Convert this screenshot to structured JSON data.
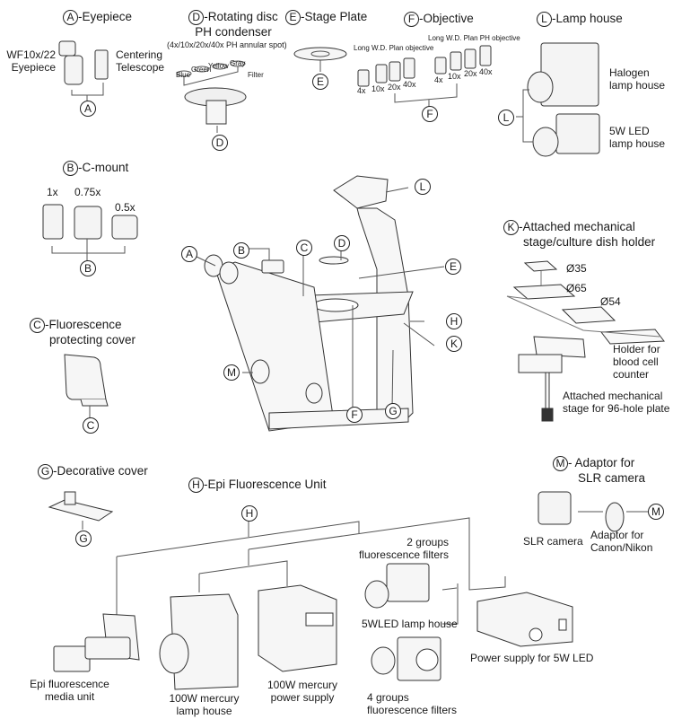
{
  "sections": {
    "A": {
      "badge": "A",
      "title": "-Eyepiece",
      "item1": "WF10x/22",
      "item1b": "Eyepiece",
      "item2": "Centering",
      "item2b": "Telescope"
    },
    "B": {
      "badge": "B",
      "title": "-C-mount",
      "mags": [
        "1x",
        "0.75x",
        "0.5x"
      ]
    },
    "C": {
      "badge": "C",
      "title": "-Fluorescence",
      "title2": "protecting cover"
    },
    "D": {
      "badge": "D",
      "title": "-Rotating disc",
      "title2": "PH condenser",
      "subtitle": "(4x/10x/20x/40x PH annular spot)",
      "filters": [
        "Blue",
        "Green",
        "Yellow",
        "Gray"
      ],
      "filter_label": "Filter"
    },
    "E": {
      "badge": "E",
      "title": "-Stage Plate"
    },
    "F": {
      "badge": "F",
      "title": "-Objective",
      "group1": "Long W.D. Plan objective",
      "group2": "Long W.D. Plan PH objective",
      "mags1": [
        "4x",
        "10x",
        "20x",
        "40x"
      ],
      "mags2": [
        "4x",
        "10x",
        "20x",
        "40x"
      ]
    },
    "L": {
      "badge": "L",
      "title": "-Lamp house",
      "item1": "Halogen",
      "item1b": "lamp house",
      "item2": "5W LED",
      "item2b": "lamp house"
    },
    "K": {
      "badge": "K",
      "title": "-Attached mechanical",
      "title2": "stage/culture dish holder",
      "sizes": [
        "Ø35",
        "Ø65",
        "Ø54"
      ],
      "holder1": "Holder for",
      "holder1b": "blood cell",
      "holder1c": "counter",
      "holder2": "Attached mechanical",
      "holder2b": "stage for 96-hole plate"
    },
    "G": {
      "badge": "G",
      "title": "-Decorative cover"
    },
    "H": {
      "badge": "H",
      "title": "-Epi Fluorescence Unit",
      "items": {
        "media1": "Epi fluorescence",
        "media2": "media unit",
        "lamp1": "100W mercury",
        "lamp2": "lamp house",
        "ps1": "100W mercury",
        "ps2": "power supply",
        "g2a": "2 groups",
        "g2b": "fluorescence filters",
        "led": "5WLED lamp house",
        "g4a": "4 groups",
        "g4b": "fluorescence filters",
        "psled": "Power supply for 5W LED"
      }
    },
    "M": {
      "badge": "M",
      "title": "- Adaptor for",
      "title2": "SLR camera",
      "camera": "SLR camera",
      "adaptor1": "Adaptor for",
      "adaptor2": "Canon/Nikon"
    }
  },
  "main_callouts": [
    "A",
    "B",
    "C",
    "D",
    "E",
    "L",
    "H",
    "K",
    "M",
    "F",
    "G"
  ]
}
